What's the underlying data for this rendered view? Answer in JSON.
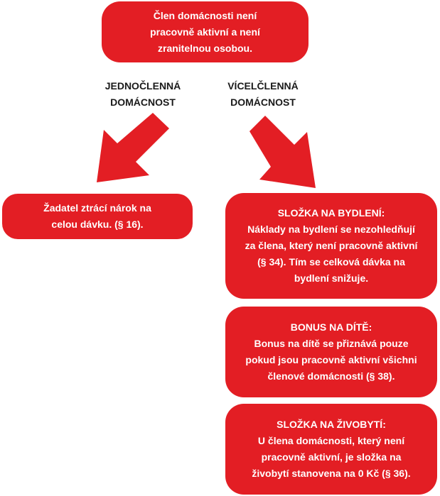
{
  "colors": {
    "box_fill": "#e31e24",
    "box_text": "#ffffff",
    "label_text": "#1a1a1a"
  },
  "top_box": {
    "lines": [
      "Člen domácnosti není",
      "pracovně aktivní a není",
      "zranitelnou osobou."
    ]
  },
  "branches": {
    "single": {
      "label_lines": [
        "JEDNOČLENNÁ",
        "DOMÁCNOST"
      ]
    },
    "multi": {
      "label_lines": [
        "VÍCELČLENNÁ",
        "DOMÁCNOST"
      ]
    }
  },
  "left_box": {
    "lines": [
      "Žadatel ztrácí nárok na",
      "celou dávku. (§ 16)."
    ]
  },
  "right_boxes": [
    {
      "lines": [
        "SLOŽKA NA BYDLENÍ:",
        "Náklady na bydlení se nezohledňují",
        "za člena, který není pracovně aktivní",
        "(§ 34). Tím se celková dávka na",
        "bydlení snižuje."
      ]
    },
    {
      "lines": [
        "BONUS NA DÍTĚ:",
        "Bonus na dítě se přiznává pouze",
        "pokud jsou pracovně aktivní všichni",
        "členové domácnosti (§ 38)."
      ]
    },
    {
      "lines": [
        "SLOŽKA NA ŽIVOBYTÍ:",
        "U člena domácnosti, který není",
        "pracovně aktivní, je složka na",
        "živobytí stanovena na 0 Kč (§ 36)."
      ]
    }
  ]
}
